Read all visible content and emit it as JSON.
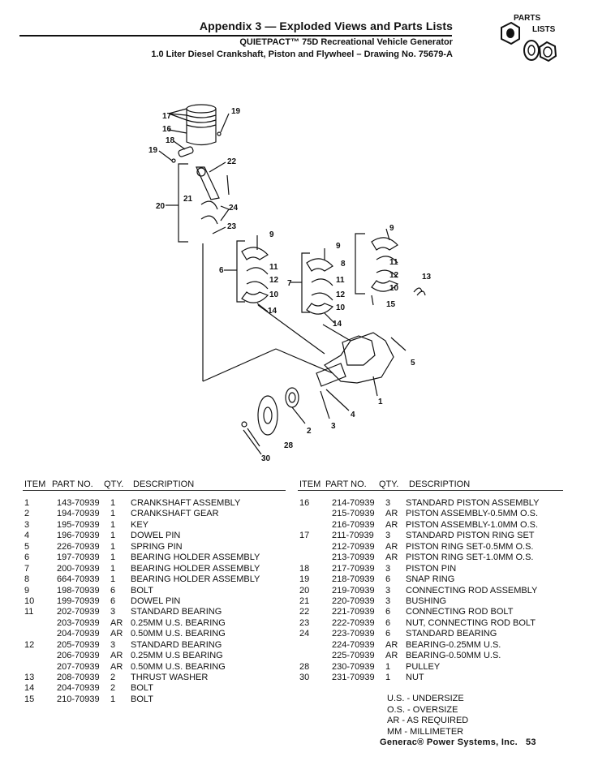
{
  "header": {
    "title": "Appendix 3 — Exploded Views and Parts Lists",
    "subtitle1": "QUIETPACT™ 75D Recreational Vehicle Generator",
    "subtitle2": "1.0 Liter Diesel Crankshaft, Piston and Flywheel – Drawing No. 75679-A"
  },
  "logo": {
    "line1": "PARTS",
    "line2": "LISTS"
  },
  "diagram": {
    "callouts": [
      "17",
      "19",
      "16",
      "18",
      "19",
      "22",
      "20",
      "21",
      "24",
      "23",
      "9",
      "6",
      "11",
      "12",
      "10",
      "14",
      "9",
      "8",
      "7",
      "11",
      "12",
      "10",
      "14",
      "9",
      "11",
      "12",
      "13",
      "10",
      "15",
      "5",
      "1",
      "4",
      "2",
      "3",
      "28",
      "30"
    ]
  },
  "table_headers": {
    "item": "ITEM",
    "part": "PART NO.",
    "qty": "QTY.",
    "desc": "DESCRIPTION"
  },
  "left_rows": [
    {
      "item": "1",
      "part": "143-70939",
      "qty": "1",
      "desc": "CRANKSHAFT ASSEMBLY"
    },
    {
      "item": "2",
      "part": "194-70939",
      "qty": "1",
      "desc": "CRANKSHAFT GEAR"
    },
    {
      "item": "3",
      "part": "195-70939",
      "qty": "1",
      "desc": "KEY"
    },
    {
      "item": "4",
      "part": "196-70939",
      "qty": "1",
      "desc": "DOWEL PIN"
    },
    {
      "item": "5",
      "part": "226-70939",
      "qty": "1",
      "desc": "SPRING PIN"
    },
    {
      "item": "6",
      "part": "197-70939",
      "qty": "1",
      "desc": "BEARING HOLDER ASSEMBLY"
    },
    {
      "item": "7",
      "part": "200-70939",
      "qty": "1",
      "desc": "BEARING HOLDER ASSEMBLY"
    },
    {
      "item": "8",
      "part": "664-70939",
      "qty": "1",
      "desc": "BEARING HOLDER ASSEMBLY"
    },
    {
      "item": "9",
      "part": "198-70939",
      "qty": "6",
      "desc": "BOLT"
    },
    {
      "item": "10",
      "part": "199-70939",
      "qty": "6",
      "desc": "DOWEL PIN"
    },
    {
      "item": "11",
      "part": "202-70939",
      "qty": "3",
      "desc": "STANDARD BEARING"
    },
    {
      "item": "",
      "part": "203-70939",
      "qty": "AR",
      "desc": "0.25MM U.S. BEARING"
    },
    {
      "item": "",
      "part": "204-70939",
      "qty": "AR",
      "desc": "0.50MM U.S. BEARING"
    },
    {
      "item": "12",
      "part": "205-70939",
      "qty": "3",
      "desc": "STANDARD BEARING"
    },
    {
      "item": "",
      "part": "206-70939",
      "qty": "AR",
      "desc": "0.25MM U.S BEARING"
    },
    {
      "item": "",
      "part": "207-70939",
      "qty": "AR",
      "desc": "0.50MM U.S. BEARING"
    },
    {
      "item": "13",
      "part": "208-70939",
      "qty": "2",
      "desc": "THRUST WASHER"
    },
    {
      "item": "14",
      "part": "204-70939",
      "qty": "2",
      "desc": "BOLT"
    },
    {
      "item": "15",
      "part": "210-70939",
      "qty": "1",
      "desc": "BOLT"
    }
  ],
  "right_rows": [
    {
      "item": "16",
      "part": "214-70939",
      "qty": "3",
      "desc": "STANDARD PISTON ASSEMBLY"
    },
    {
      "item": "",
      "part": "215-70939",
      "qty": "AR",
      "desc": "PISTON ASSEMBLY-0.5MM O.S."
    },
    {
      "item": "",
      "part": "216-70939",
      "qty": "AR",
      "desc": "PISTON ASSEMBLY-1.0MM O.S."
    },
    {
      "item": "17",
      "part": "211-70939",
      "qty": "3",
      "desc": "STANDARD PISTON RING SET"
    },
    {
      "item": "",
      "part": "212-70939",
      "qty": "AR",
      "desc": "PISTON RING SET-0.5MM O.S."
    },
    {
      "item": "",
      "part": "213-70939",
      "qty": "AR",
      "desc": "PISTON RING SET-1.0MM O.S."
    },
    {
      "item": "18",
      "part": "217-70939",
      "qty": "3",
      "desc": "PISTON PIN"
    },
    {
      "item": "19",
      "part": "218-70939",
      "qty": "6",
      "desc": "SNAP RING"
    },
    {
      "item": "20",
      "part": "219-70939",
      "qty": "3",
      "desc": "CONNECTING ROD ASSEMBLY"
    },
    {
      "item": "21",
      "part": "220-70939",
      "qty": "3",
      "desc": "BUSHING"
    },
    {
      "item": "22",
      "part": "221-70939",
      "qty": "6",
      "desc": "CONNECTING ROD BOLT"
    },
    {
      "item": "23",
      "part": "222-70939",
      "qty": "6",
      "desc": "NUT, CONNECTING ROD BOLT"
    },
    {
      "item": "24",
      "part": "223-70939",
      "qty": "6",
      "desc": "STANDARD BEARING"
    },
    {
      "item": "",
      "part": "224-70939",
      "qty": "AR",
      "desc": "BEARING-0.25MM U.S."
    },
    {
      "item": "",
      "part": "225-70939",
      "qty": "AR",
      "desc": "BEARING-0.50MM U.S."
    },
    {
      "item": "28",
      "part": "230-70939",
      "qty": "1",
      "desc": "PULLEY"
    },
    {
      "item": "30",
      "part": "231-70939",
      "qty": "1",
      "desc": "NUT"
    }
  ],
  "legend": [
    "U.S. - UNDERSIZE",
    "O.S. - OVERSIZE",
    "AR - AS REQUIRED",
    "MM - MILLIMETER"
  ],
  "footer": {
    "company": "Generac® Power Systems, Inc.",
    "page": "53"
  }
}
